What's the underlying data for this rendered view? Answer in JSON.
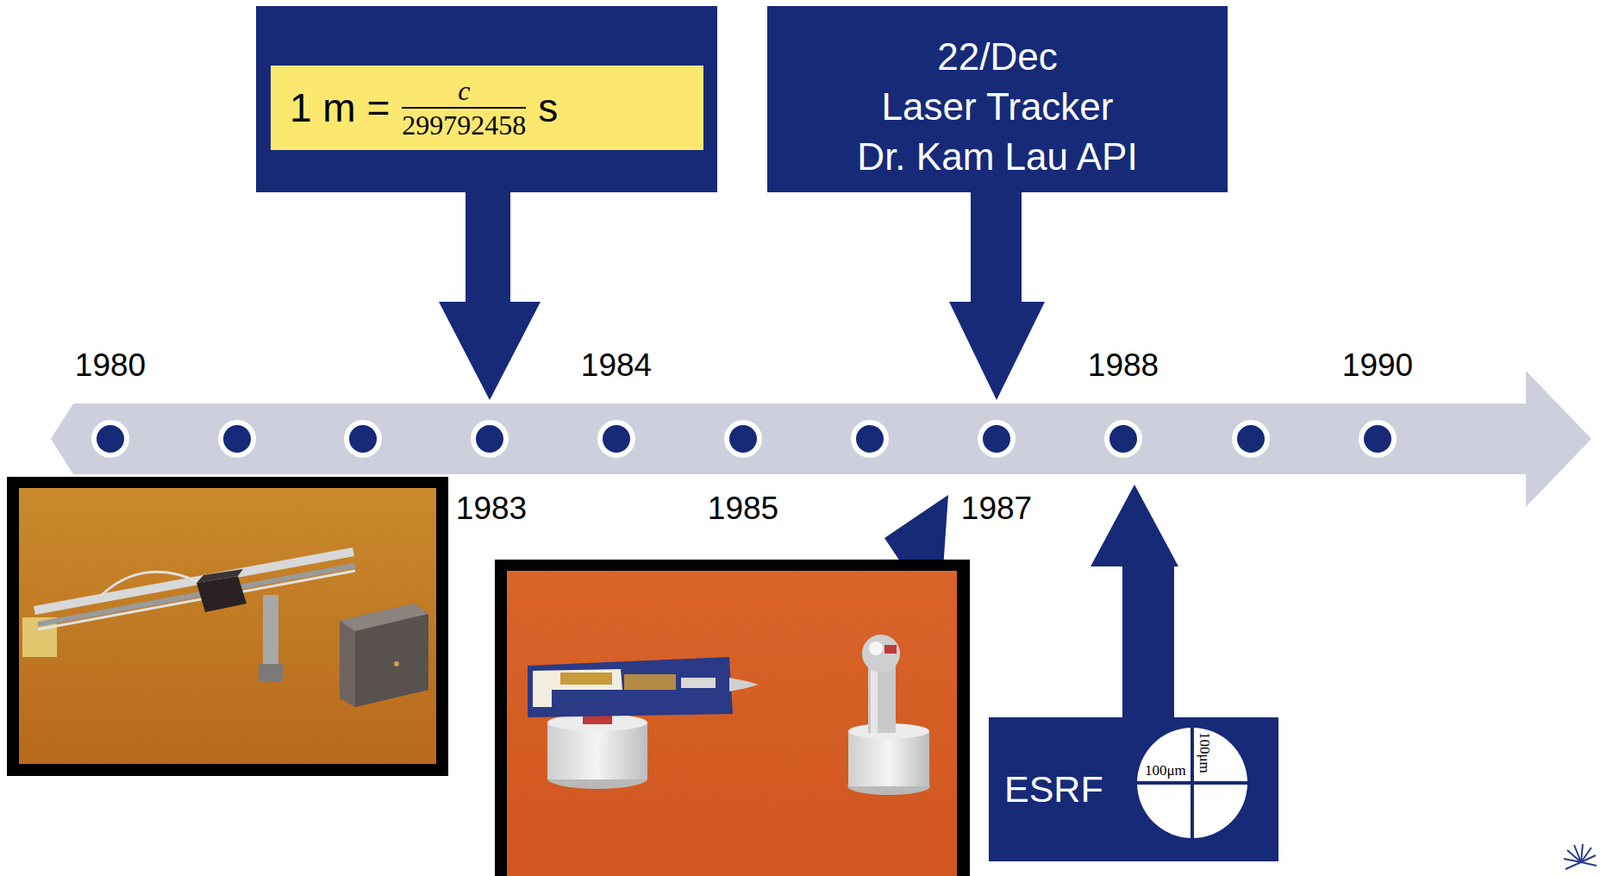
{
  "diagram": {
    "nodes": [
      {
        "text": [
          "1 m =",
          "c",
          "299792458",
          "s"
        ]
      },
      {
        "text": [
          "22/Dec",
          "Laser Tracker",
          "Dr. Kam Lau API"
        ]
      },
      {
        "text": [
          "ESRF"
        ]
      },
      {
        "text": [
          "100μm",
          "100μm"
        ],
        "in": 2
      }
    ],
    "labels": [
      "1980",
      "1984",
      "1988",
      "1990",
      "1983",
      "1985",
      "1987"
    ]
  }
}
